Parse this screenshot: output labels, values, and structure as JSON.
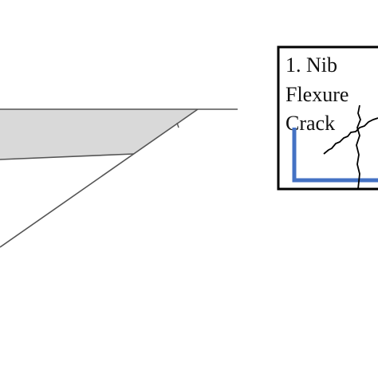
{
  "callout": {
    "label_lines": [
      "1. Nib",
      "Flexure",
      "Crack"
    ]
  },
  "colors": {
    "background": "#ffffff",
    "outline": "#555555",
    "gray_fill": "#d9d9d9",
    "box_border": "#000000",
    "crack": "#000000",
    "reinforcement": "#4472c4",
    "text": "#111111"
  }
}
